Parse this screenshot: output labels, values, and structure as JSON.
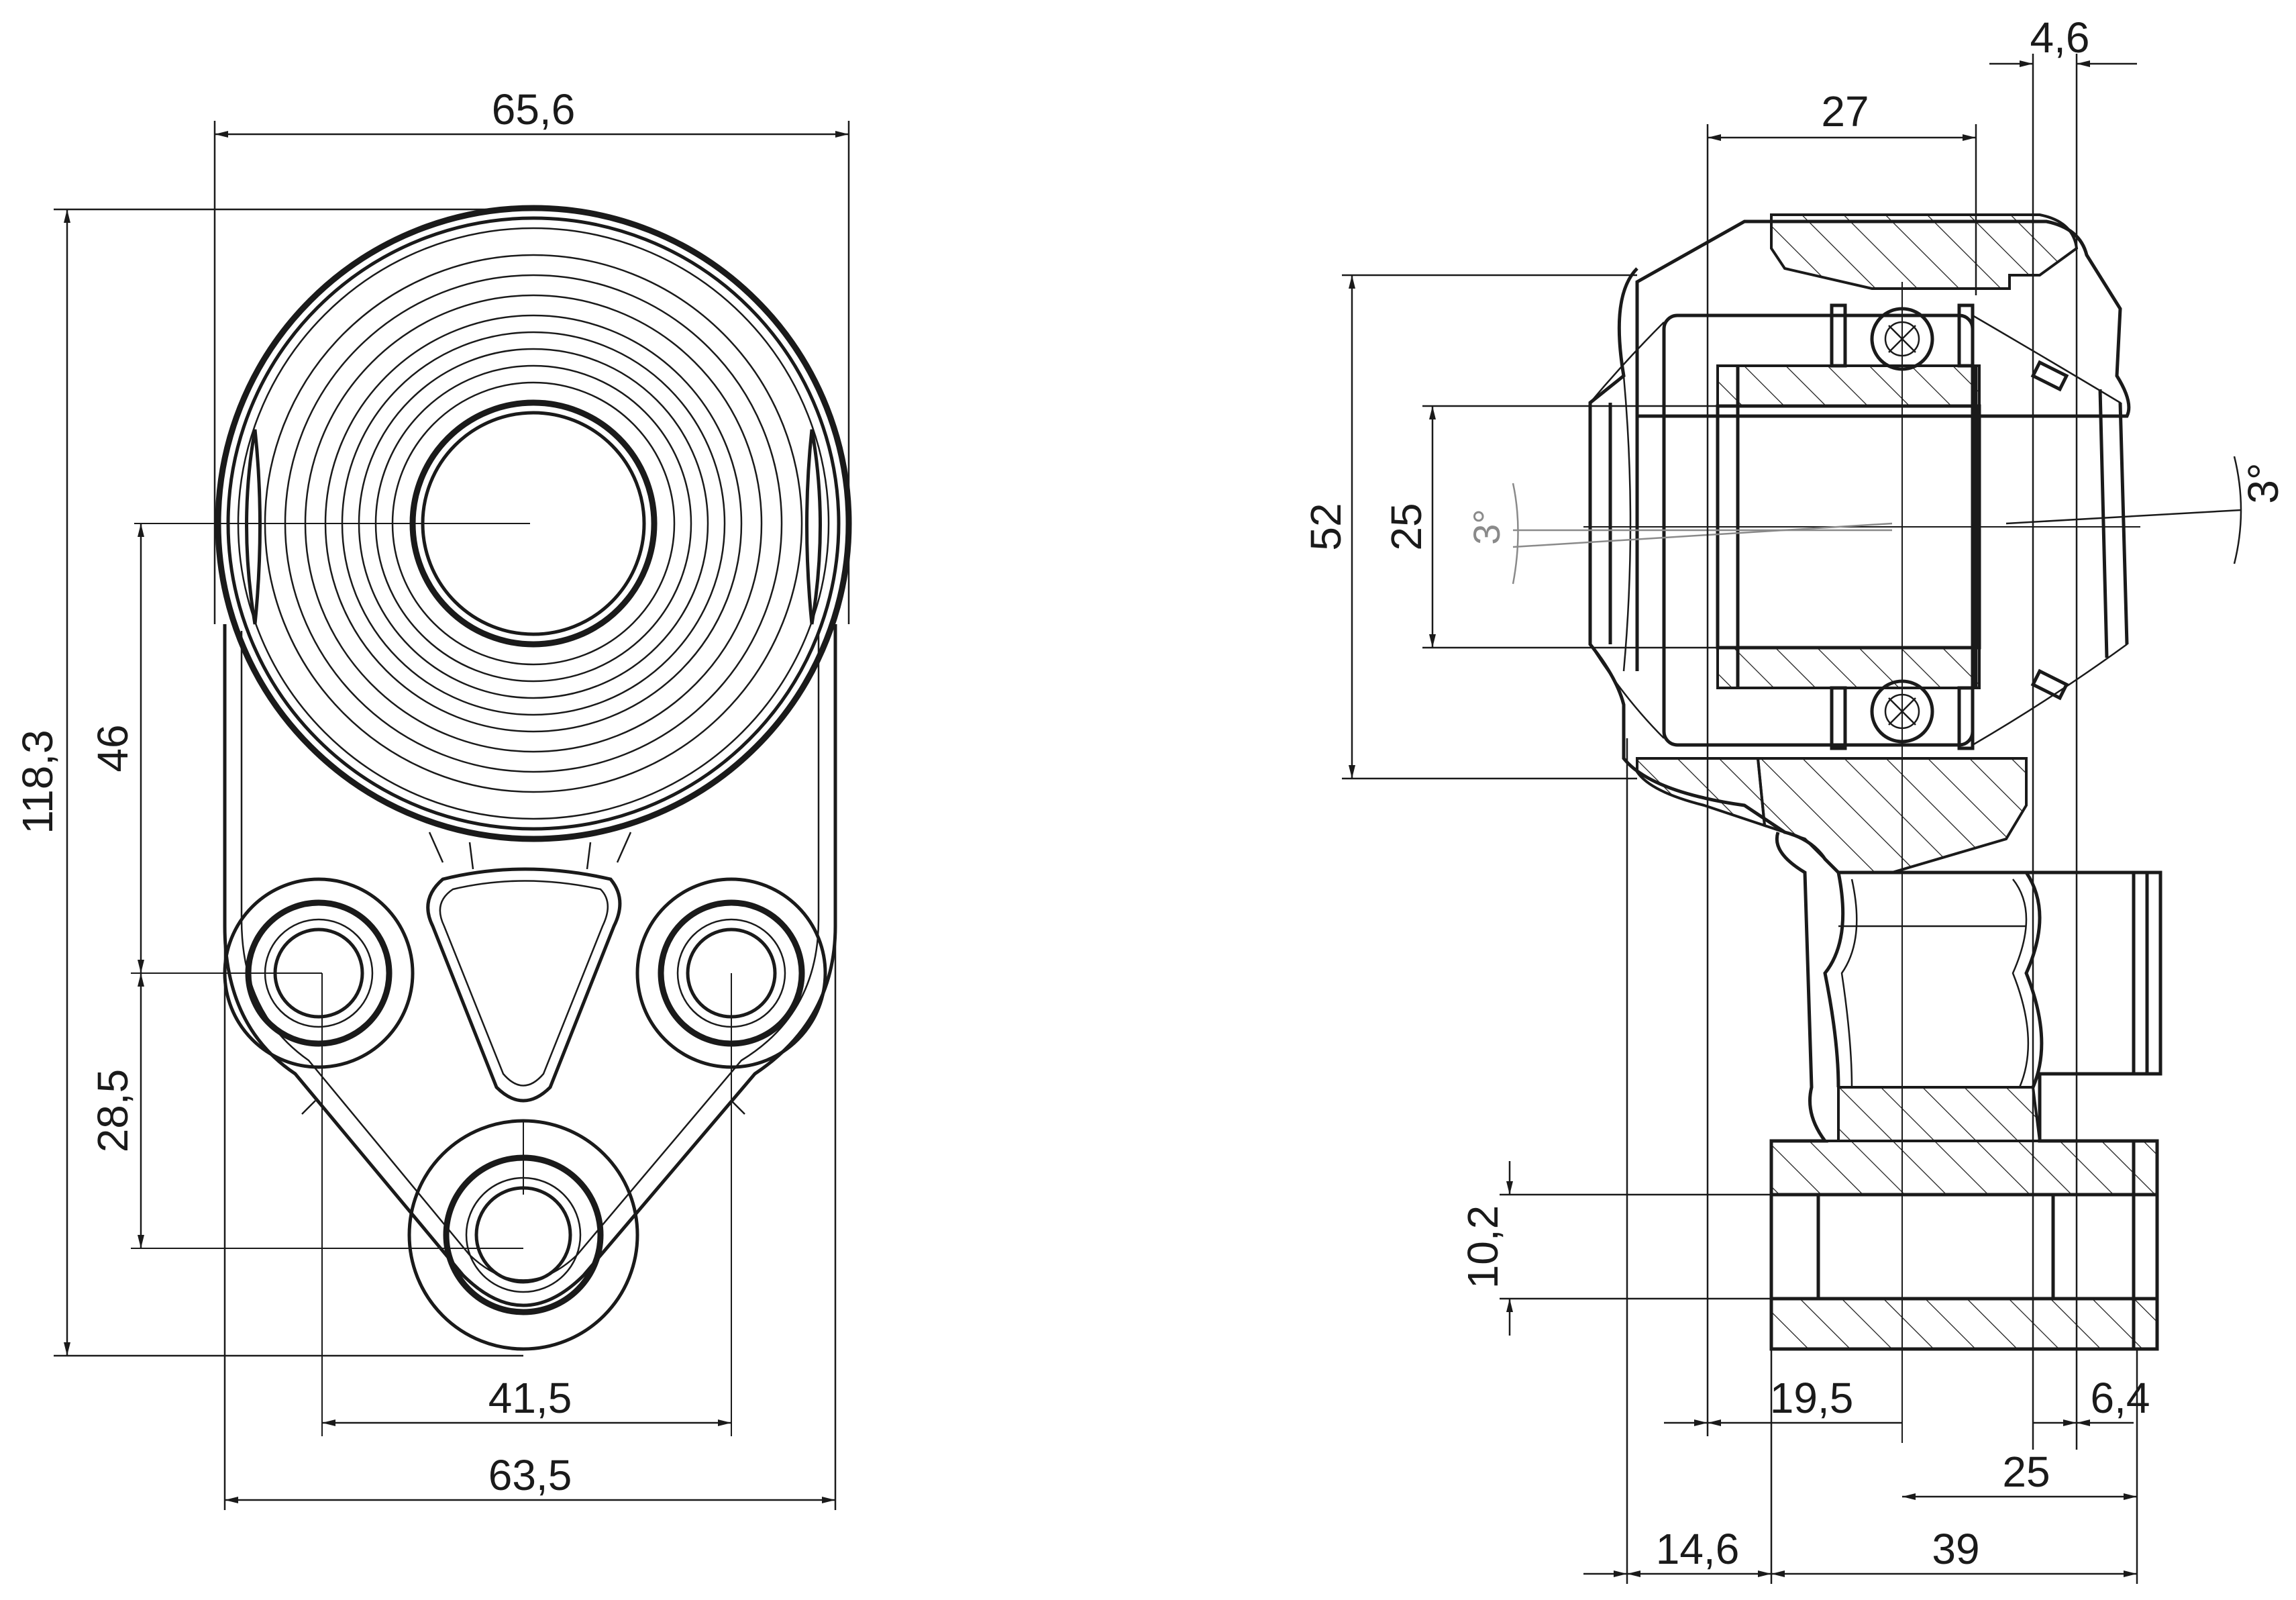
{
  "colors": {
    "line": "#1a1a1a",
    "angle_marks": "#8a8a8a",
    "background": "#ffffff"
  },
  "front_view": {
    "dim_width_top": "65,6",
    "dim_height_total": "118,3",
    "dim_hole_spacing_v1": "46",
    "dim_hole_spacing_v2": "28,5",
    "dim_hole_spacing_h": "41,5",
    "dim_width_bottom": "63,5"
  },
  "section_view": {
    "dim_top_27": "27",
    "dim_top_4_6": "4,6",
    "dim_outer_dia_52": "52",
    "dim_bore_25": "25",
    "dim_angle_left": "3°",
    "dim_angle_right": "3°",
    "dim_port_10_2": "10,2",
    "dim_bottom_19_5": "19,5",
    "dim_bottom_6_4": "6,4",
    "dim_bottom_25": "25",
    "dim_bottom_14_6": "14,6",
    "dim_bottom_39": "39"
  }
}
